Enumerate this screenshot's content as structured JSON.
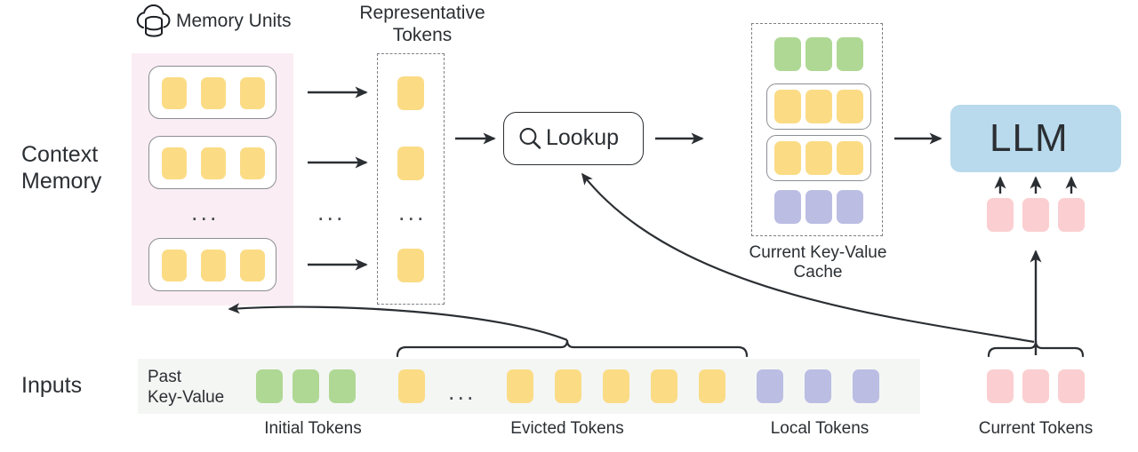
{
  "diagram": {
    "title": "Context Memory LLM inference pipeline",
    "side_labels": {
      "context_memory": "Context\nMemory",
      "inputs": "Inputs"
    },
    "headings": {
      "memory_units": "Memory Units",
      "representative_tokens": "Representative\nTokens",
      "kv_cache_caption": "Current Key-Value\nCache"
    },
    "nodes": {
      "lookup": "Lookup",
      "llm": "LLM"
    },
    "inputs_row": {
      "past_key_value": "Past\nKey-Value",
      "group_captions": {
        "initial": "Initial Tokens",
        "evicted": "Evicted Tokens",
        "local": "Local Tokens",
        "current": "Current Tokens"
      },
      "ellipsis": "...",
      "sequence": [
        {
          "kind": "green",
          "count": 3
        },
        {
          "kind": "yellow",
          "count": 1
        },
        {
          "kind": "ellipsis",
          "count": 1
        },
        {
          "kind": "yellow",
          "count": 5
        },
        {
          "kind": "purple",
          "count": 3
        }
      ],
      "current_tokens": {
        "kind": "pink",
        "count": 3
      }
    },
    "context_memory": {
      "unit_count_shown": 3,
      "tokens_per_unit": 3,
      "token_kind": "yellow",
      "ellipsis": "..."
    },
    "representative_tokens": {
      "count_shown": 3,
      "token_kind": "yellow",
      "ellipsis": "..."
    },
    "kv_cache": {
      "rows": [
        {
          "kind": "green",
          "count": 3,
          "boxed": false
        },
        {
          "kind": "yellow",
          "count": 3,
          "boxed": true
        },
        {
          "kind": "yellow",
          "count": 3,
          "boxed": true
        },
        {
          "kind": "purple",
          "count": 3,
          "boxed": false
        }
      ]
    },
    "llm_inputs": {
      "kind": "pink",
      "count": 3
    },
    "arrow_ellipsis": "...",
    "colors": {
      "yellow": "#FBDC85",
      "green": "#AFD894",
      "purple": "#BBBDE3",
      "pink": "#FBCFD1",
      "llm_blue": "#B9DAEC",
      "context_panel": "#FBEDF4",
      "inputs_bar": "#F4F6F4",
      "stroke": "#2b2f33",
      "dashed_stroke": "#7d8085",
      "text": "#2b2f33"
    }
  }
}
